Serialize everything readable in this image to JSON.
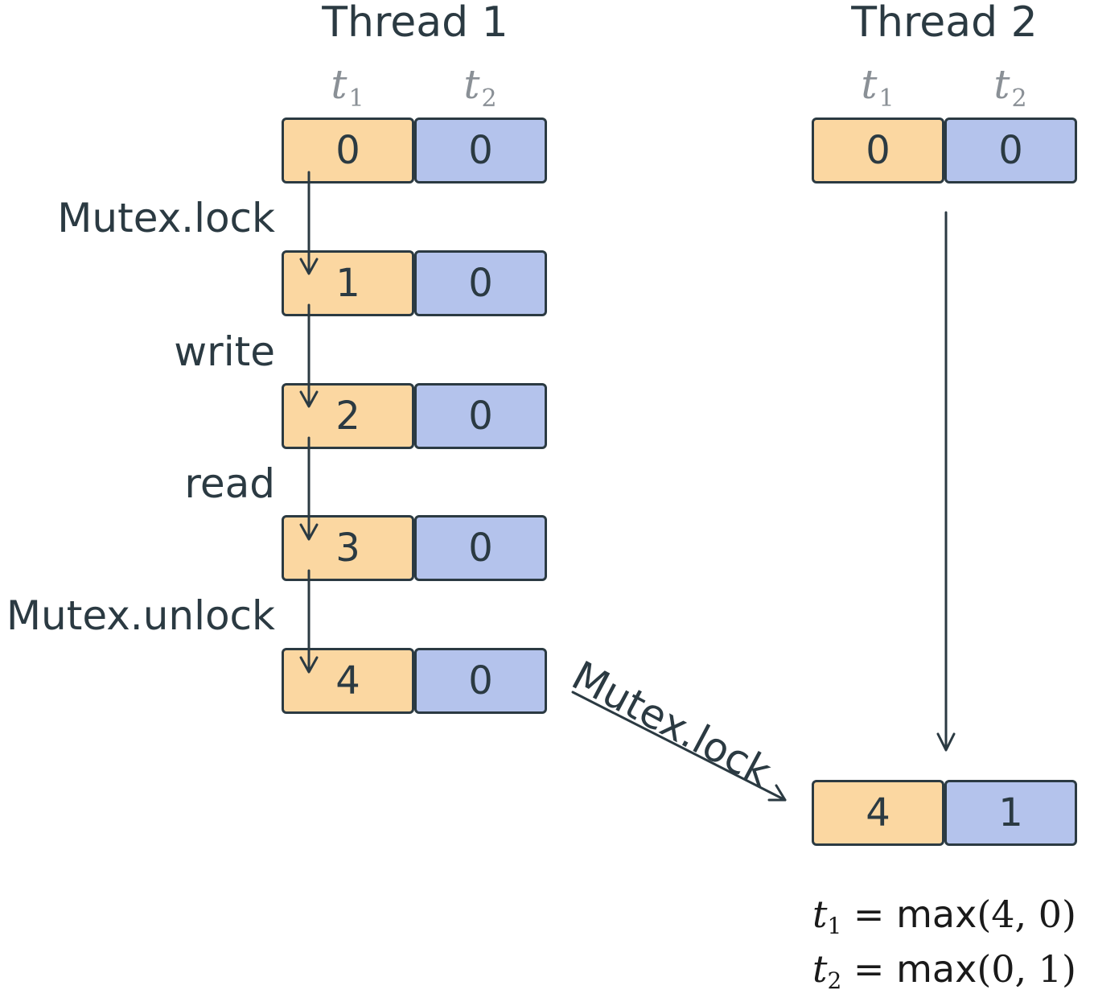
{
  "threads": [
    {
      "title": "Thread 1",
      "col_headers": [
        {
          "var": "t",
          "sub": "1"
        },
        {
          "var": "t",
          "sub": "2"
        }
      ],
      "states": [
        {
          "values": [
            "0",
            "0"
          ]
        },
        {
          "values": [
            "1",
            "0"
          ]
        },
        {
          "values": [
            "2",
            "0"
          ]
        },
        {
          "values": [
            "3",
            "0"
          ]
        },
        {
          "values": [
            "4",
            "0"
          ]
        }
      ],
      "transitions": [
        "Mutex.lock",
        "write",
        "read",
        "Mutex.unlock"
      ]
    },
    {
      "title": "Thread 2",
      "col_headers": [
        {
          "var": "t",
          "sub": "1"
        },
        {
          "var": "t",
          "sub": "2"
        }
      ],
      "states": [
        {
          "values": [
            "0",
            "0"
          ]
        },
        {
          "values": [
            "4",
            "1"
          ]
        }
      ]
    }
  ],
  "sync": {
    "label": "Mutex.lock"
  },
  "formulas": [
    {
      "var": "t",
      "sub": "1",
      "eq": "=",
      "fn": "max",
      "args": "(4, 0)"
    },
    {
      "var": "t",
      "sub": "2",
      "eq": "=",
      "fn": "max",
      "args": "(0, 1)"
    }
  ],
  "colors": {
    "t1_cell": "#fbd7a1",
    "t2_cell": "#b4c3ec",
    "ink": "#2b3a42",
    "header": "#8a9096"
  }
}
